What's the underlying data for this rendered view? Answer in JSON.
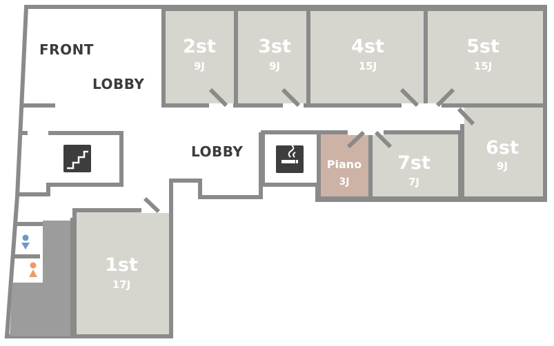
{
  "labels": {
    "front_lobby_line1": "FRONT",
    "front_lobby_line2": "LOBBY",
    "lobby": "LOBBY"
  },
  "rooms": {
    "r1": {
      "name": "1st",
      "size": "17J"
    },
    "r2": {
      "name": "2st",
      "size": "9J"
    },
    "r3": {
      "name": "3st",
      "size": "9J"
    },
    "r4": {
      "name": "4st",
      "size": "15J"
    },
    "r5": {
      "name": "5st",
      "size": "15J"
    },
    "r6": {
      "name": "6st",
      "size": "9J"
    },
    "r7": {
      "name": "7st",
      "size": "7J"
    },
    "piano": {
      "name": "Piano",
      "size": "3J"
    }
  },
  "icons": [
    "stairs-icon",
    "smoking-area-icon",
    "male-restroom-icon",
    "female-restroom-icon"
  ],
  "colors": {
    "wall": "#8a8a8a",
    "room_fill": "#d6d5ce",
    "piano_fill": "#cdb2a6",
    "restroom_fill": "#9c9c9c",
    "icon_dark": "#3d3d3d",
    "male_icon": "#6f98c2",
    "female_icon": "#ee9a66"
  }
}
